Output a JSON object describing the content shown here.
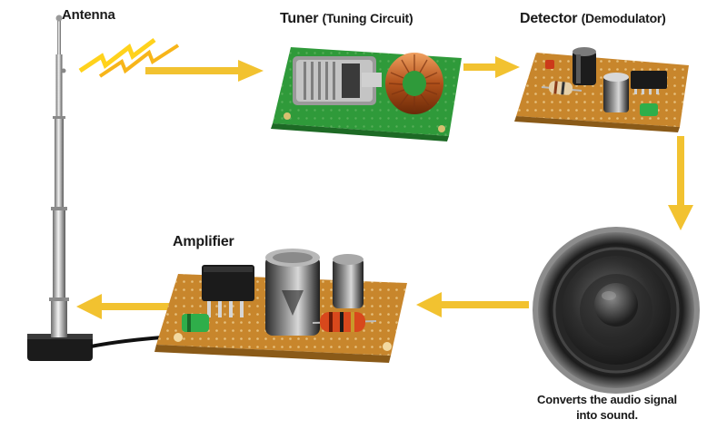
{
  "labels": {
    "antenna": "Antenna",
    "tuner": "Tuner",
    "tuner_sub": "(Tuning Circuit)",
    "detector": "Detector",
    "detector_sub": "(Demodulator)",
    "amplifier": "Amplifier",
    "speaker_line1": "Converts the audio signal",
    "speaker_line2": "into sound."
  },
  "colors": {
    "arrow": "#f2c230",
    "pcb_brown": "#c8862c",
    "pcb_green": "#2f9a3a",
    "signal_bolt": "#ffd21c"
  },
  "icons": [
    "antenna-icon",
    "radio-wave-icon",
    "tuner-board-icon",
    "detector-board-icon",
    "speaker-icon",
    "amplifier-board-icon"
  ]
}
